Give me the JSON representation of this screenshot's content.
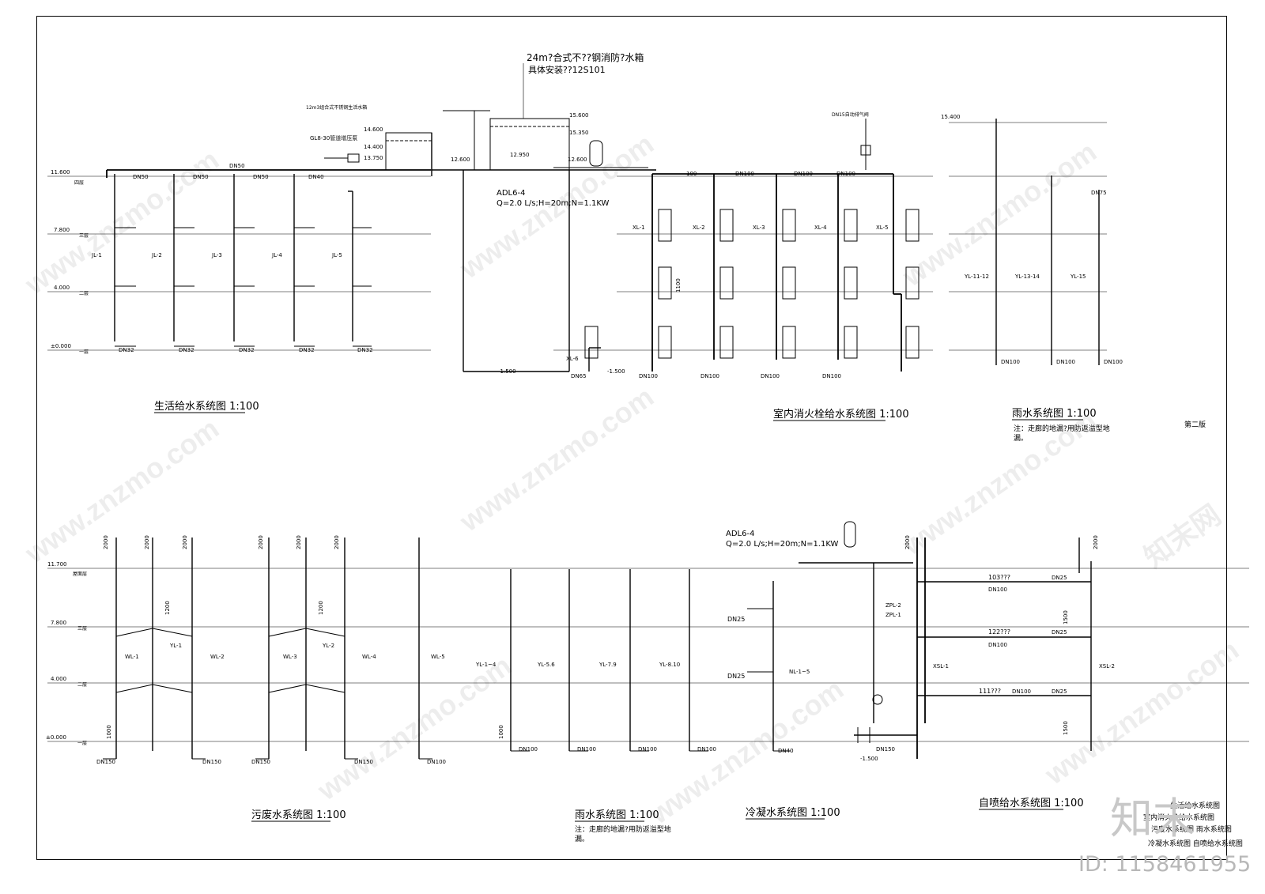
{
  "titles": {
    "domestic_water": "生活给水系统图 1:100",
    "fire_hydrant": "室内消火栓给水系统图 1:100",
    "rain_top": "雨水系统图 1:100",
    "sewage": "污废水系统图 1:100",
    "rain_bottom": "雨水系统图 1:100",
    "condensate": "冷凝水系统图 1:100",
    "sprinkler": "自喷给水系统图 1:100"
  },
  "notes": {
    "rain_top_note_1": "注：走廊的地漏?用防返溢型地",
    "rain_top_note_2": "漏。",
    "rain_bottom_note_1": "注：走廊的地漏?用防返溢型地",
    "rain_bottom_note_2": "漏。",
    "page_no": "第二版"
  },
  "tank": {
    "label_1": "24m?合式不??钢消防?水箱",
    "label_2": "具体安装??12S101",
    "pump_1": "ADL6-4",
    "pump_2": "Q=2.0 L/s;H=20m;N=1.1KW",
    "pump_b1": "ADL6-4",
    "pump_b2": "Q=2.0 L/s;H=20m;N=1.1KW",
    "water_tank_small": "12m3组合式不锈钢生活水箱",
    "gl": "GL8-30管道增压泵",
    "dn15": "DN15自动排气阀"
  },
  "levels_top": [
    {
      "value": "11.600",
      "floor": "四层"
    },
    {
      "value": "7.800",
      "floor": "三层"
    },
    {
      "value": "4.000",
      "floor": "二层"
    },
    {
      "value": "±0.000",
      "floor": "一层"
    }
  ],
  "levels_bottom": [
    {
      "value": "11.700",
      "floor": "屋面层"
    },
    {
      "value": "7.800",
      "floor": "三层"
    },
    {
      "value": "4.000",
      "floor": "二层"
    },
    {
      "value": "±0.000",
      "floor": "一层"
    }
  ],
  "elev": {
    "e1": "15.600",
    "e2": "15.350",
    "e3": "14.600",
    "e4": "14.400",
    "e5": "13.750",
    "e6": "12.950",
    "e7": "12.600",
    "e8": "12.600",
    "e9": "15.400",
    "e10": "-1.500",
    "e11": "-1.500",
    "e12": "-1.500"
  },
  "risers": {
    "jl": [
      "JL-1",
      "JL-2",
      "JL-3",
      "JL-4",
      "JL-5"
    ],
    "xl": [
      "XL-1",
      "XL-2",
      "XL-3",
      "XL-4",
      "XL-5"
    ],
    "yl_top": [
      "YL-11-12",
      "YL-13-14",
      "YL-15"
    ],
    "wl": [
      "WL-1",
      "YL-1",
      "WL-2",
      "WL-3",
      "YL-2",
      "WL-4",
      "WL-5"
    ],
    "yl_bottom": [
      "YL-1~4",
      "YL-5.6",
      "YL-7.9",
      "YL-8.10"
    ],
    "nl": "NL-1~5",
    "xsl": [
      "XSL-1",
      "XSL-2"
    ],
    "zpl": [
      "ZPL-2",
      "ZPL-1"
    ],
    "xl6": "XL-6"
  },
  "pipes": {
    "dn50": "DN50",
    "dn40": "DN40",
    "dn32": "DN32",
    "dn100": "DN100",
    "dn150": "DN150",
    "dn25": "DN25",
    "dn65": "DN65",
    "dn75": "DN75",
    "p100": "100",
    "r2000": "2000",
    "r1200": "1200",
    "r1000": "1000",
    "r1500": "1500",
    "r1100": "1100",
    "sp103": "103???",
    "sp122": "122???",
    "sp111": "111???"
  },
  "legend": {
    "l1": "生活给水系统图",
    "l2": "室内消火栓给水系统图",
    "l3": "污废水系统图  雨水系统图",
    "l4": "冷凝水系统图  自喷给水系统图"
  },
  "watermark": {
    "brand": "知末",
    "id": "ID: 1158461955",
    "site": "www.znzmo.com",
    "cn": "知末网"
  }
}
